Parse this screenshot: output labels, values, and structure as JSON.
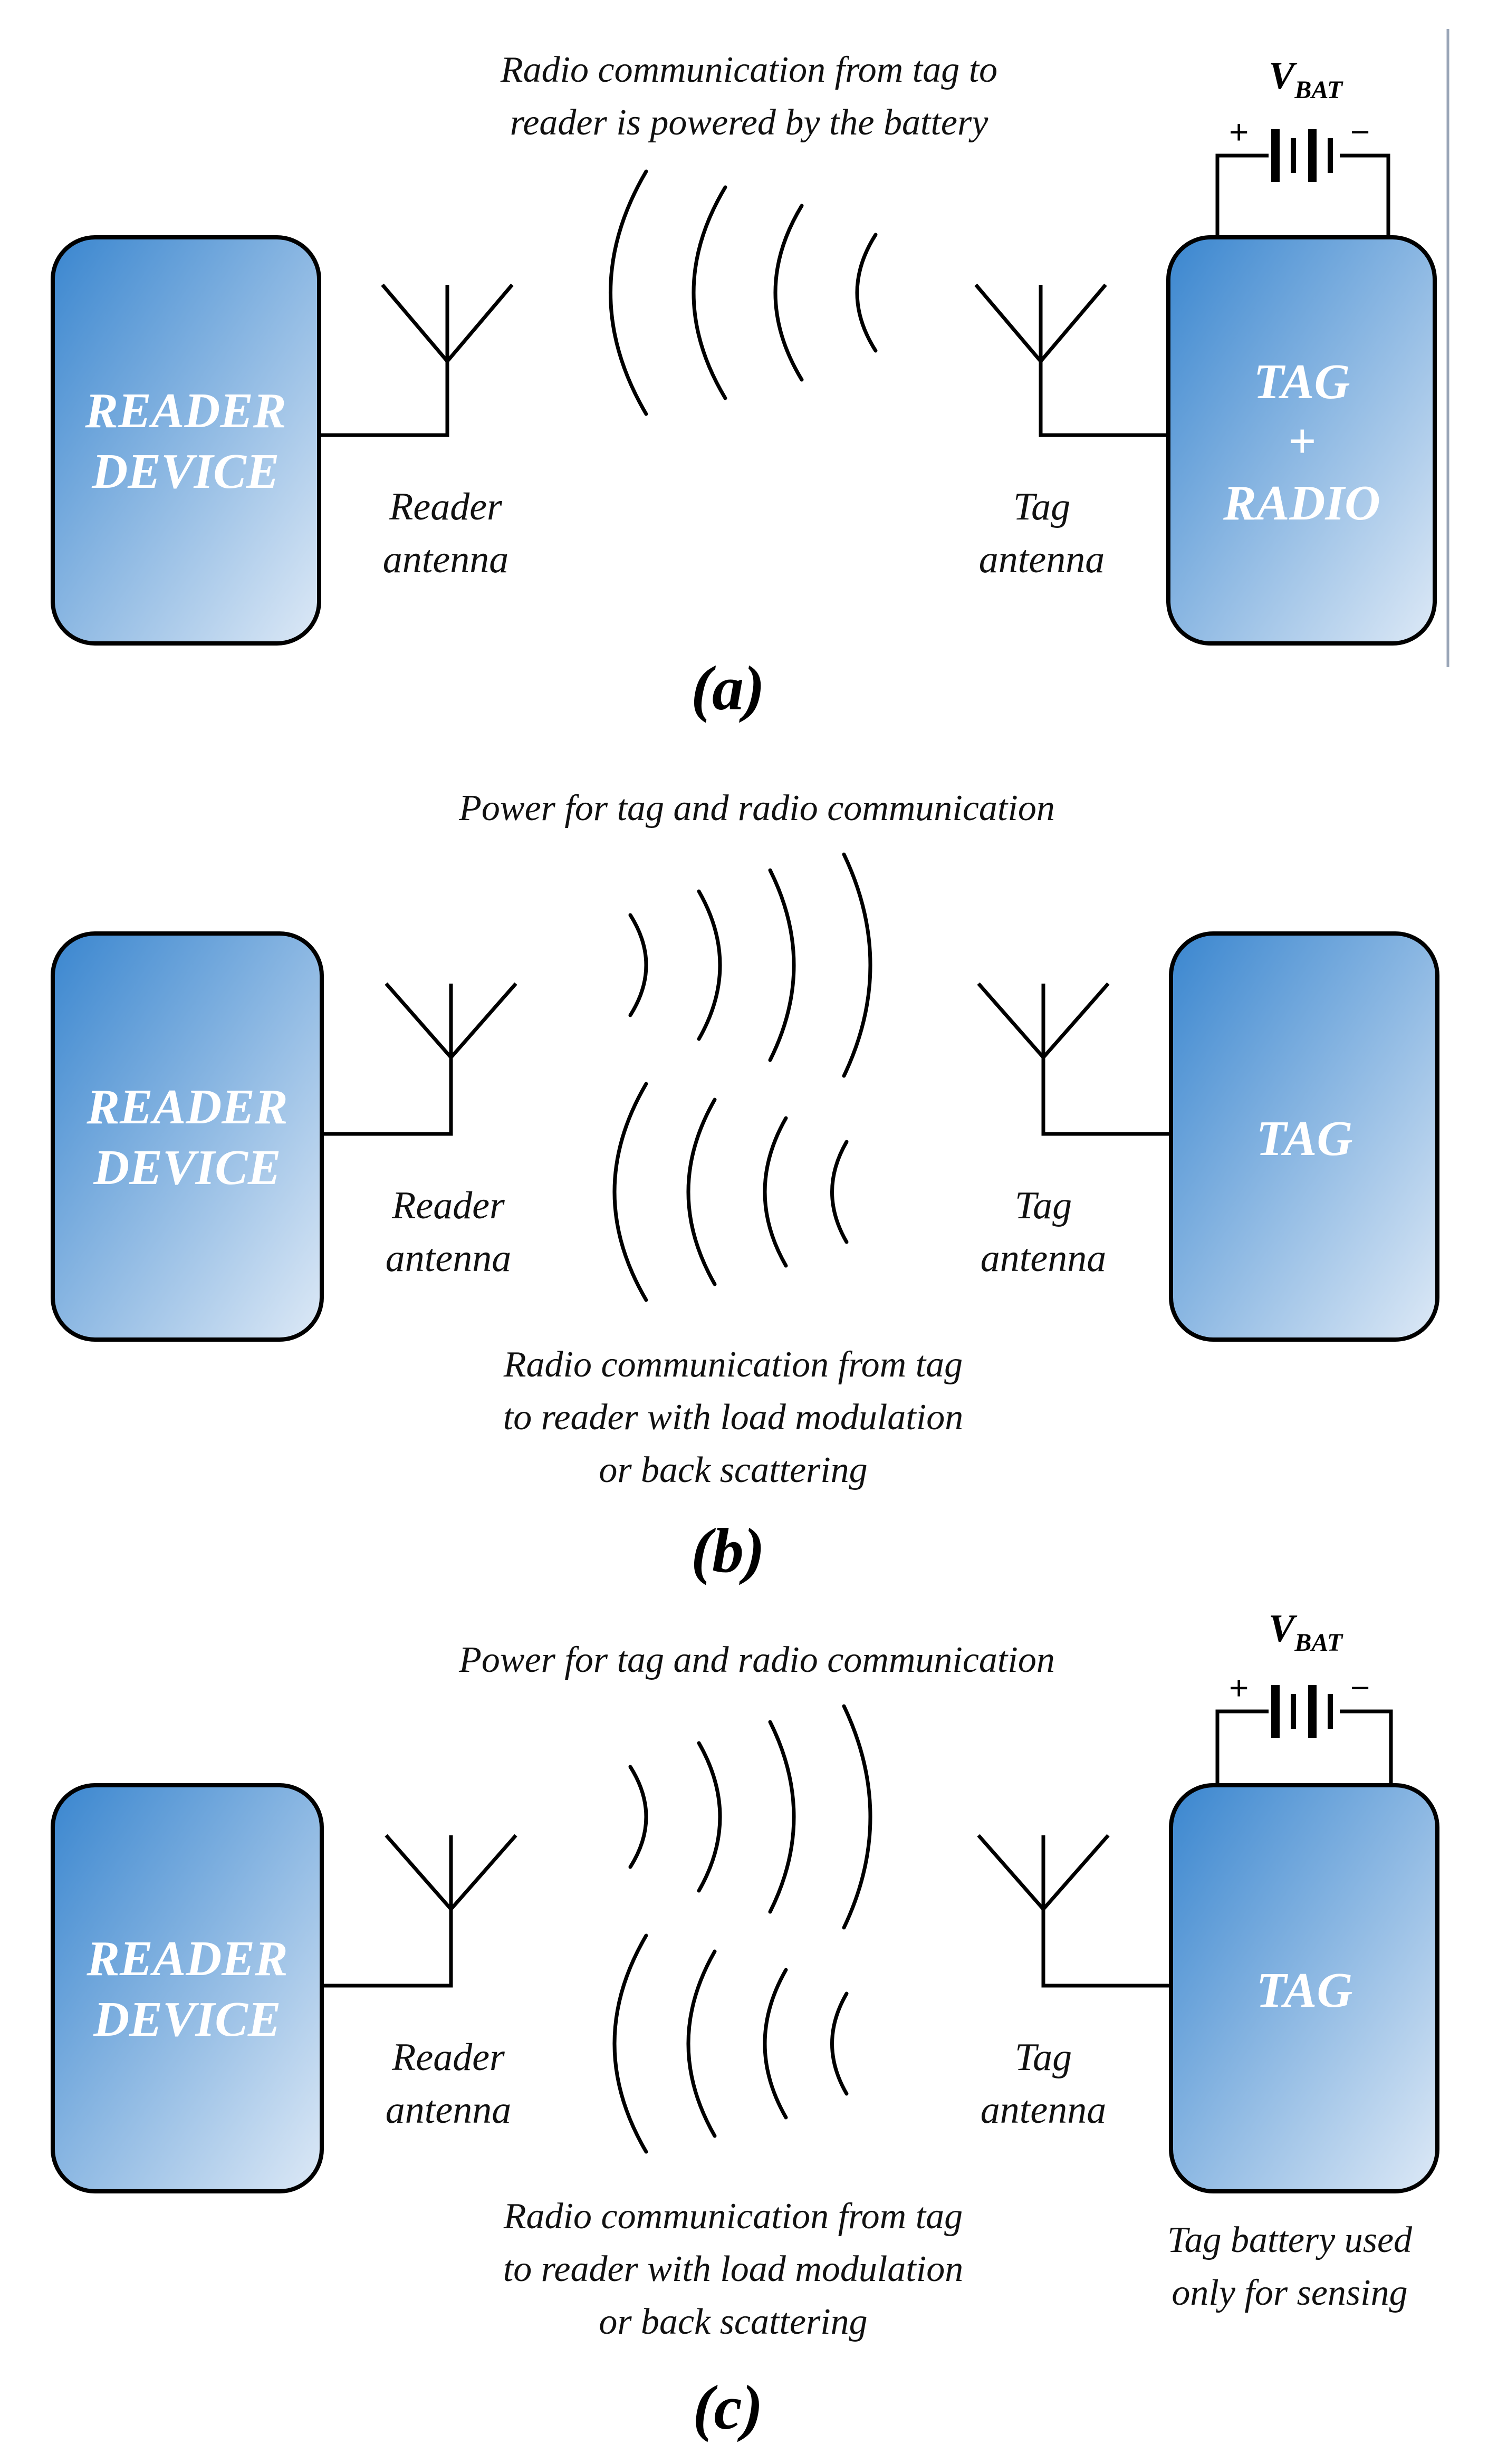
{
  "panels": {
    "a": {
      "label": "(a)",
      "caption_top": [
        "Radio communication from tag to",
        "reader is powered by the battery"
      ],
      "reader_box": [
        "READER",
        "DEVICE"
      ],
      "reader_antenna": [
        "Reader",
        "antenna"
      ],
      "tag_antenna": [
        "Tag",
        "antenna"
      ],
      "tag_box": [
        "TAG",
        "+",
        "RADIO"
      ],
      "battery": {
        "label": "V",
        "sub": "BAT",
        "plus": "+",
        "minus": "−"
      }
    },
    "b": {
      "label": "(b)",
      "caption_top": "Power for tag and radio communication",
      "caption_bottom": [
        "Radio communication from tag",
        "to reader with load modulation",
        "or back scattering"
      ],
      "reader_box": [
        "READER",
        "DEVICE"
      ],
      "reader_antenna": [
        "Reader",
        "antenna"
      ],
      "tag_antenna": [
        "Tag",
        "antenna"
      ],
      "tag_box": "TAG"
    },
    "c": {
      "label": "(c)",
      "caption_top": "Power for tag and radio communication",
      "caption_bottom": [
        "Radio communication from tag",
        "to reader with load modulation",
        "or back scattering"
      ],
      "reader_box": [
        "READER",
        "DEVICE"
      ],
      "reader_antenna": [
        "Reader",
        "antenna"
      ],
      "tag_antenna": [
        "Tag",
        "antenna"
      ],
      "tag_box": "TAG",
      "tag_note": [
        "Tag battery used",
        "only for sensing"
      ],
      "battery": {
        "label": "V",
        "sub": "BAT",
        "plus": "+",
        "minus": "−"
      }
    }
  },
  "colors": {
    "box_dark": "#3a86cf",
    "box_light": "#dde9f6",
    "stroke": "#000000",
    "background": "#ffffff"
  }
}
